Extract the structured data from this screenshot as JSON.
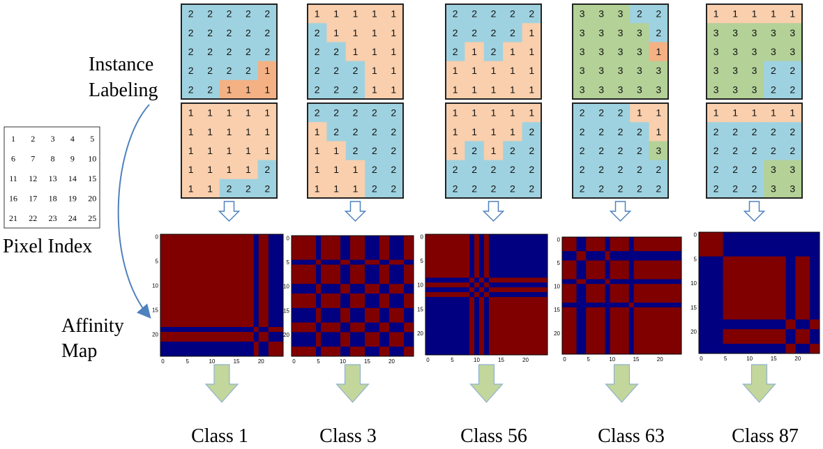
{
  "labels": {
    "instance_line1": "Instance",
    "instance_line2": "Labeling",
    "pixel_index": "Pixel Index",
    "affinity_line1": "Affinity",
    "affinity_line2": "Map"
  },
  "pixel_index_grid": [
    [
      "1",
      "2",
      "3",
      "4",
      "5"
    ],
    [
      "6",
      "7",
      "8",
      "9",
      "10"
    ],
    [
      "11",
      "12",
      "13",
      "14",
      "15"
    ],
    [
      "16",
      "17",
      "18",
      "19",
      "20"
    ],
    [
      "21",
      "22",
      "23",
      "24",
      "25"
    ]
  ],
  "label_colors": {
    "1": "#f9cfad",
    "2": "#9fd2e0",
    "3": "#b4d198",
    "highlight": "#f4b184"
  },
  "affinity_colors": {
    "same": "#800000",
    "different": "#000080"
  },
  "affinity_ticks": {
    "y": [
      "0",
      "5",
      "10",
      "15",
      "20"
    ],
    "x": [
      "0",
      "5",
      "10",
      "15",
      "20"
    ]
  },
  "columns": [
    {
      "class_label": "Class 1",
      "top": [
        [
          2,
          2,
          2,
          2,
          2
        ],
        [
          2,
          2,
          2,
          2,
          2
        ],
        [
          2,
          2,
          2,
          2,
          2
        ],
        [
          2,
          2,
          2,
          2,
          1
        ],
        [
          2,
          2,
          1,
          1,
          1
        ]
      ],
      "top_highlight": [
        [
          3,
          4
        ],
        [
          4,
          2
        ],
        [
          4,
          3
        ],
        [
          4,
          4
        ]
      ],
      "bottom": [
        [
          1,
          1,
          1,
          1,
          1
        ],
        [
          1,
          1,
          1,
          1,
          1
        ],
        [
          1,
          1,
          1,
          1,
          1
        ],
        [
          1,
          1,
          1,
          1,
          2
        ],
        [
          1,
          1,
          2,
          2,
          2
        ]
      ],
      "bottom_highlight": []
    },
    {
      "class_label": "Class 3",
      "top": [
        [
          1,
          1,
          1,
          1,
          1
        ],
        [
          2,
          1,
          1,
          1,
          1
        ],
        [
          2,
          2,
          1,
          1,
          1
        ],
        [
          2,
          2,
          2,
          1,
          1
        ],
        [
          2,
          2,
          2,
          1,
          1
        ]
      ],
      "top_highlight": [],
      "bottom": [
        [
          2,
          2,
          2,
          2,
          2
        ],
        [
          1,
          2,
          2,
          2,
          2
        ],
        [
          1,
          1,
          2,
          2,
          2
        ],
        [
          1,
          1,
          1,
          2,
          2
        ],
        [
          1,
          1,
          1,
          2,
          2
        ]
      ],
      "bottom_highlight": []
    },
    {
      "class_label": "Class 56",
      "top": [
        [
          2,
          2,
          2,
          2,
          2
        ],
        [
          2,
          2,
          2,
          2,
          1
        ],
        [
          2,
          1,
          2,
          1,
          1
        ],
        [
          1,
          1,
          1,
          1,
          1
        ],
        [
          1,
          1,
          1,
          1,
          1
        ]
      ],
      "top_highlight": [],
      "bottom": [
        [
          1,
          1,
          1,
          1,
          1
        ],
        [
          1,
          1,
          1,
          1,
          2
        ],
        [
          1,
          2,
          1,
          2,
          2
        ],
        [
          2,
          2,
          2,
          2,
          2
        ],
        [
          2,
          2,
          2,
          2,
          2
        ]
      ],
      "bottom_highlight": []
    },
    {
      "class_label": "Class 63",
      "top": [
        [
          3,
          3,
          3,
          2,
          2
        ],
        [
          3,
          3,
          3,
          3,
          2
        ],
        [
          3,
          3,
          3,
          3,
          1
        ],
        [
          3,
          3,
          3,
          3,
          3
        ],
        [
          3,
          3,
          3,
          3,
          3
        ]
      ],
      "top_highlight": [
        [
          2,
          4
        ]
      ],
      "bottom": [
        [
          2,
          2,
          2,
          1,
          1
        ],
        [
          2,
          2,
          2,
          2,
          1
        ],
        [
          2,
          2,
          2,
          2,
          3
        ],
        [
          2,
          2,
          2,
          2,
          2
        ],
        [
          2,
          2,
          2,
          2,
          2
        ]
      ],
      "bottom_highlight": []
    },
    {
      "class_label": "Class 87",
      "top": [
        [
          1,
          1,
          1,
          1,
          1
        ],
        [
          3,
          3,
          3,
          3,
          3
        ],
        [
          3,
          3,
          3,
          3,
          3
        ],
        [
          3,
          3,
          3,
          2,
          2
        ],
        [
          3,
          3,
          3,
          2,
          2
        ]
      ],
      "top_highlight": [],
      "bottom": [
        [
          1,
          1,
          1,
          1,
          1
        ],
        [
          2,
          2,
          2,
          2,
          2
        ],
        [
          2,
          2,
          2,
          2,
          2
        ],
        [
          2,
          2,
          2,
          3,
          3
        ],
        [
          2,
          2,
          2,
          3,
          3
        ]
      ],
      "bottom_highlight": []
    }
  ]
}
